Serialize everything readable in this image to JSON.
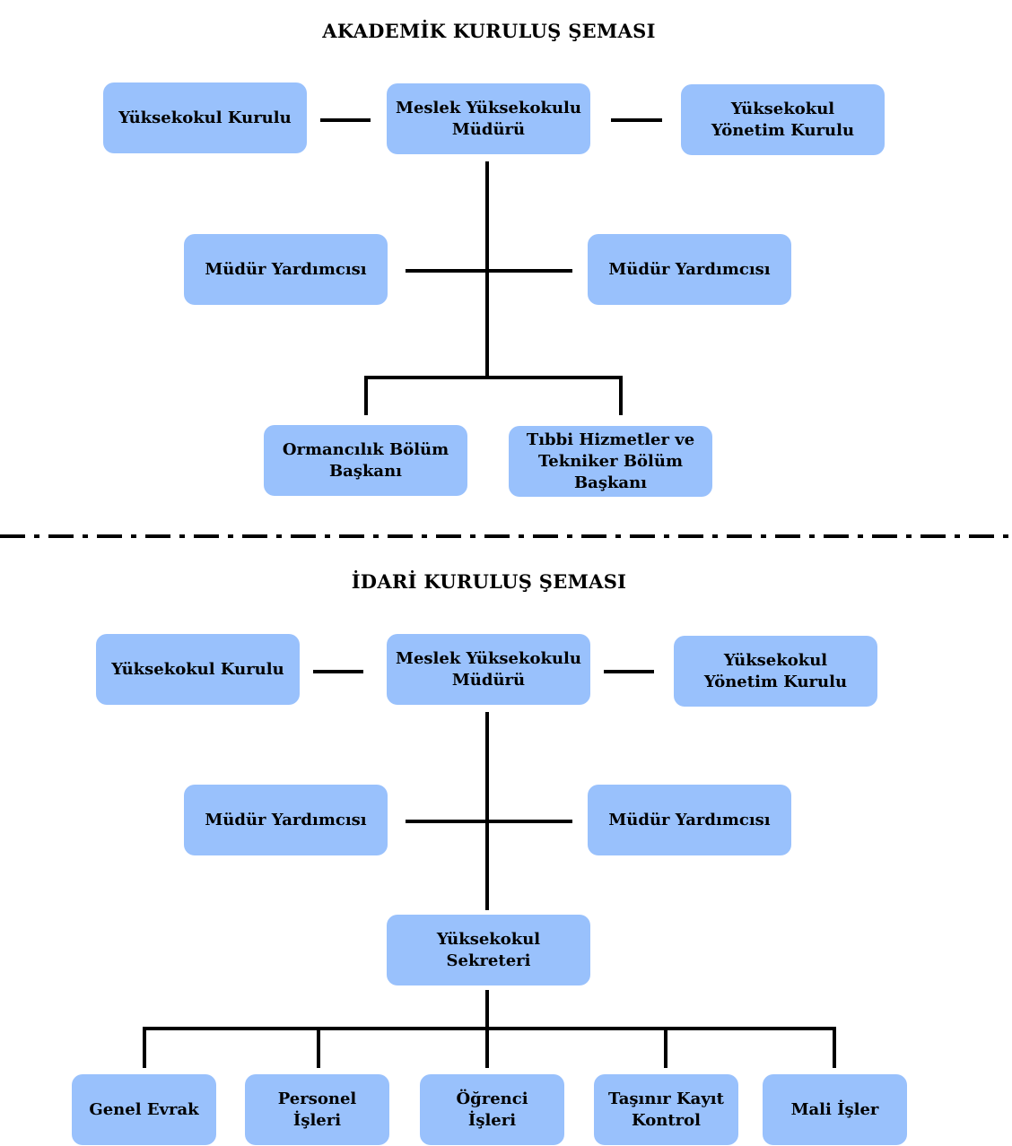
{
  "academic": {
    "title": "AKADEMİK KURULUŞ ŞEMASI",
    "board": "Yüksekokul Kurulu",
    "director": "Meslek Yüksekokulu\nMüdürü",
    "management_board": "Yüksekokul\nYönetim Kurulu",
    "deputy_left": "Müdür Yardımcısı",
    "deputy_right": "Müdür Yardımcısı",
    "dept_forestry": "Ormancılık Bölüm\nBaşkanı",
    "dept_medical": "Tıbbi Hizmetler ve\nTekniker Bölüm\nBaşkanı"
  },
  "administrative": {
    "title": "İDARİ KURULUŞ ŞEMASI",
    "board": "Yüksekokul Kurulu",
    "director": "Meslek Yüksekokulu\nMüdürü",
    "management_board": "Yüksekokul\nYönetim Kurulu",
    "deputy_left": "Müdür Yardımcısı",
    "deputy_right": "Müdür Yardımcısı",
    "secretary": "Yüksekokul\nSekreteri",
    "units": [
      "Genel Evrak",
      "Personel\nİşleri",
      "Öğrenci\nİşleri",
      "Taşınır Kayıt\nKontrol",
      "Mali İşler"
    ]
  },
  "colors": {
    "box_fill": "#99c1fc",
    "line": "#000000"
  }
}
